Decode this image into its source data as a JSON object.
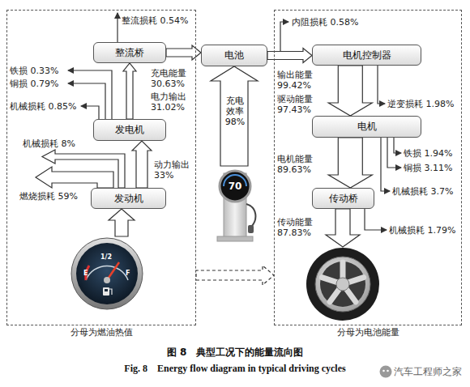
{
  "diagram": {
    "caption": "图 8　典型工况下的能量流向图",
    "nodes": [
      {
        "text": [
          "分母为燃油热值"
        ]
      },
      {
        "text": [
          "整流桥"
        ],
        "in": 0
      },
      {
        "text": [
          "发电机"
        ],
        "in": 0
      },
      {
        "text": [
          "发动机"
        ],
        "in": 0
      },
      {
        "text": [
          "电池"
        ]
      },
      {
        "text": [
          "分母为电池能量"
        ]
      },
      {
        "text": [
          "电机控制器"
        ],
        "in": 5
      },
      {
        "text": [
          "电机"
        ],
        "in": 5
      },
      {
        "text": [
          "传动桥"
        ],
        "in": 5
      }
    ],
    "edges": [
      {
        "from": 3,
        "to": 2,
        "label": "动力输出 33%",
        "arrow": "to"
      },
      {
        "from": 2,
        "to": 1,
        "label": "电力输出 31.02%",
        "arrow": "to"
      },
      {
        "from": 1,
        "to": 4,
        "label": "充电能量 30.63%",
        "arrow": "to"
      },
      {
        "from": 4,
        "to": 6,
        "label": "输出能量 99.42%",
        "arrow": "to"
      },
      {
        "from": 6,
        "to": 7,
        "label": "驱动能量 97.43%",
        "arrow": "to"
      },
      {
        "from": 7,
        "to": 8,
        "label": "电机能量 89.63%",
        "arrow": "to"
      },
      {
        "from": 0,
        "to": 5,
        "arrow": "to"
      }
    ],
    "labels": [
      "整流损耗 0.54%",
      "铁损 0.33%",
      "铜损 0.79%",
      "机械损耗 0.85%",
      "机械损耗 8%",
      "燃烧损耗 59%",
      "E",
      "1/2",
      "F",
      "充电效率 98%",
      "70",
      "内阻损耗 0.58%",
      "逆变损耗 1.98%",
      "铁损 1.94%",
      "铜损 3.11%",
      "机械损耗 3.7%",
      "传动能量 87.83%",
      "机械损耗 1.79%",
      "Fig. 8　Energy flow diagram in typical driving cycles",
      "汽车工程师之家"
    ]
  }
}
